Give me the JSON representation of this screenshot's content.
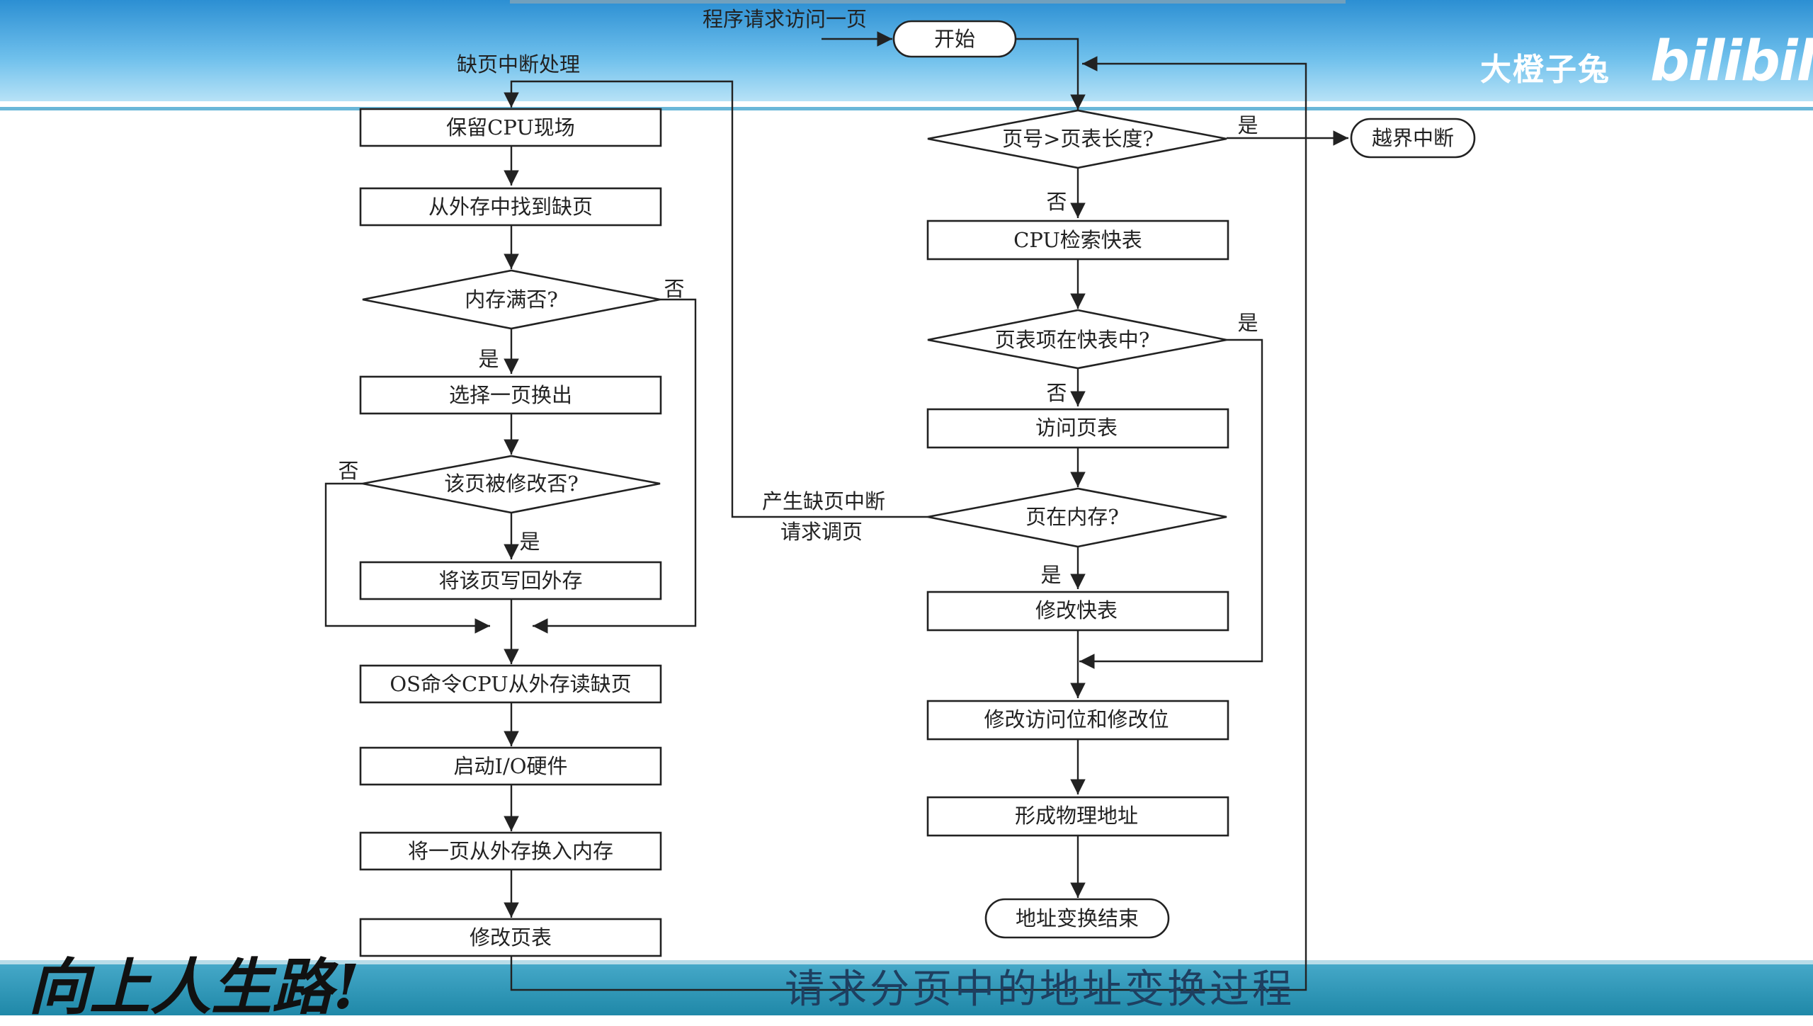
{
  "watermark": {
    "channel": "大橙子兔",
    "logo": "bilibili"
  },
  "slogan": "向上人生路!",
  "caption": "请求分页中的地址变换过程",
  "flow": {
    "request_label": "程序请求访问一页",
    "start": "开始",
    "fault_handler_label": "缺页中断处理",
    "left": {
      "save_cpu": "保留CPU现场",
      "find_page": "从外存中找到缺页",
      "mem_full": "内存满否?",
      "select_out": "选择一页换出",
      "modified": "该页被修改否?",
      "write_back": "将该页写回外存",
      "os_cmd": "OS命令CPU从外存读缺页",
      "start_io": "启动I/O硬件",
      "swap_in": "将一页从外存换入内存",
      "update_table": "修改页表"
    },
    "right": {
      "page_check": "页号>页表长度?",
      "out_of_bounds": "越界中断",
      "search_tlb": "CPU检索快表",
      "in_tlb": "页表项在快表中?",
      "access_table": "访问页表",
      "in_memory": "页在内存?",
      "update_tlb": "修改快表",
      "update_bits": "修改访问位和修改位",
      "form_addr": "形成物理地址",
      "end": "地址变换结束"
    },
    "fault_note_1": "产生缺页中断",
    "fault_note_2": "请求调页",
    "yes": "是",
    "no": "否"
  }
}
